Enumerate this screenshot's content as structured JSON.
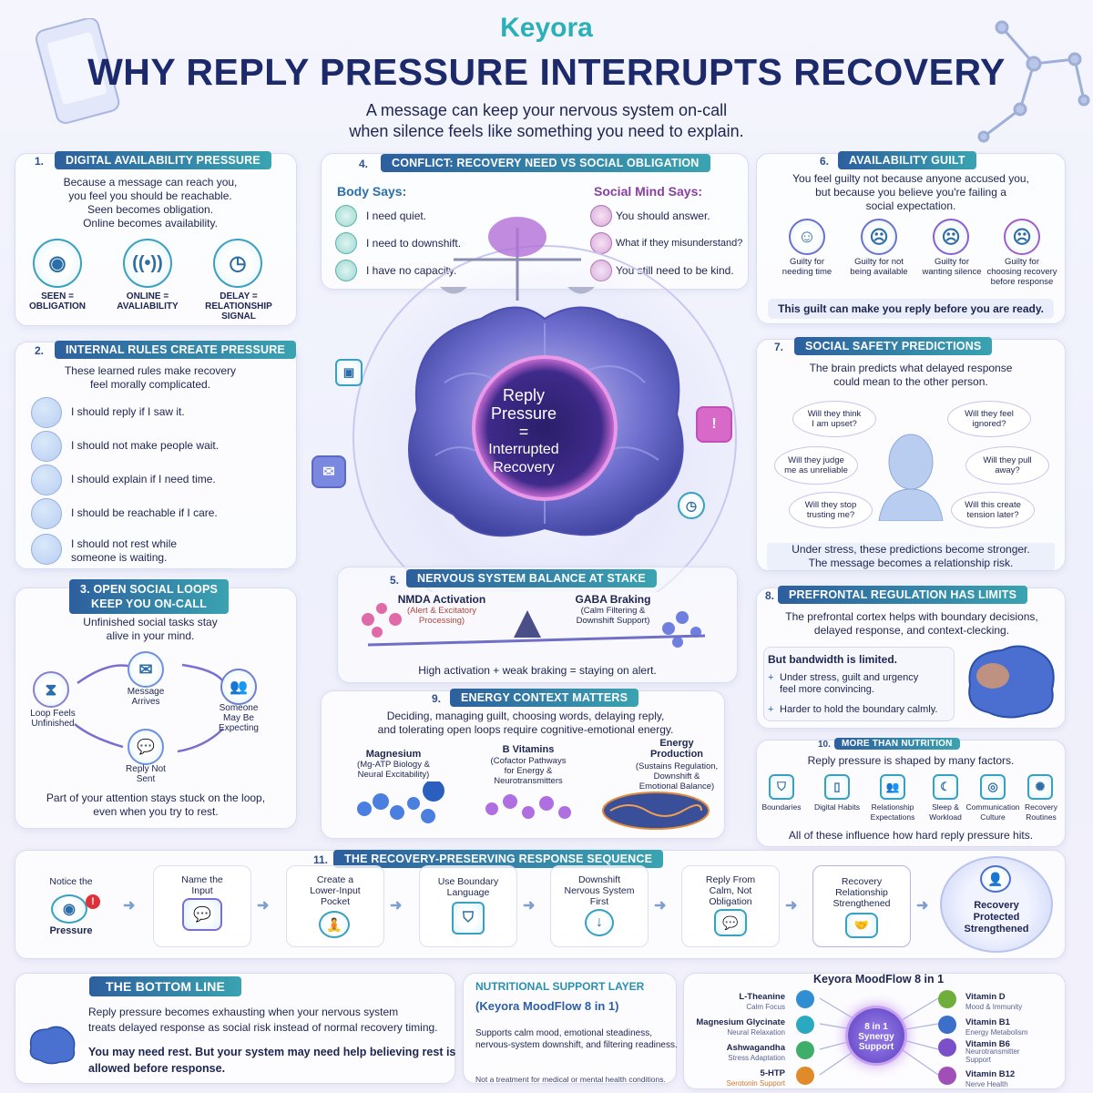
{
  "brand": {
    "logo": "Keyora"
  },
  "title": "WHY REPLY PRESSURE INTERRUPTS RECOVERY",
  "subtitle": [
    "A message can keep your nervous system on-call",
    "when silence feels like something you need to explain."
  ],
  "s1": {
    "num": "1.",
    "heading": "DIGITAL AVAILABILITY PRESSURE",
    "lines": [
      "Because a message can reach you,",
      "you feel you should be reachable.",
      "Seen becomes obligation.",
      "Online becomes availability."
    ],
    "icons": [
      {
        "icon": "eye-icon",
        "label": "SEEN =\nOBLIGATION"
      },
      {
        "icon": "signal-icon",
        "label": "ONLINE =\nAVALIABILITY"
      },
      {
        "icon": "clock-icon",
        "label": "DELAY =\nRELATIONSHIP\nSIGNAL"
      }
    ]
  },
  "s2": {
    "num": "2.",
    "heading": "INTERNAL RULES CREATE PRESSURE",
    "intro": "These learned rules make recovery\nfeel morally complicated.",
    "rules": [
      "I should reply if I saw it.",
      "I should not make people wait.",
      "I should explain if I need time.",
      "I should be reachable if I care.",
      "I should not rest while\nsomeone is waiting."
    ]
  },
  "s3": {
    "heading": "3. OPEN SOCIAL LOOPS\nKEEP YOU ON-CALL",
    "intro": "Unfinished social tasks stay\nalive in your mind.",
    "nodes": [
      "Message\nArrives",
      "Someone\nMay Be\nExpecting",
      "Reply Not\nSent",
      "Loop Feels\nUnfinished"
    ],
    "footer": "Part of your attention stays stuck on the loop,\neven when you try to rest."
  },
  "s4": {
    "num": "4.",
    "heading": "CONFLICT: RECOVERY NEED VS SOCIAL OBLIGATION",
    "body_title": "Body Says:",
    "body": [
      "I need quiet.",
      "I need to downshift.",
      "I have no capacity."
    ],
    "mind_title": "Social Mind Says:",
    "mind": [
      "You should answer.",
      "What if they misunderstand?",
      "You still need to be kind."
    ]
  },
  "center": {
    "top": "Reply\nPressure",
    "eq": "=",
    "bottom": "Interrupted\nRecovery"
  },
  "s5": {
    "num": "5.",
    "heading": "NERVOUS SYSTEM BALANCE AT STAKE",
    "left_title": "NMDA Activation",
    "left_sub": "(Alert & Excitatory\nProcessing)",
    "right_title": "GABA Braking",
    "right_sub": "(Calm Filtering &\nDownshift Support)",
    "footer": "High activation + weak braking = staying on alert."
  },
  "s6": {
    "num": "6.",
    "heading": "AVAILABILITY GUILT",
    "intro": "You feel guilty not because anyone accused you,\nbut because you believe you're failing a\nsocial expectation.",
    "items": [
      "Guilty for\nneeding time",
      "Guilty for not\nbeing available",
      "Guilty for\nwanting silence",
      "Guilty for\nchoosing recovery\nbefore response"
    ],
    "footer": "This guilt can make you reply before you are ready."
  },
  "s7": {
    "num": "7.",
    "heading": "SOCIAL SAFETY PREDICTIONS",
    "intro": "The brain predicts what delayed response\ncould mean to the other person.",
    "bubbles": [
      "Will they think\nI am upset?",
      "Will they feel\nignored?",
      "Will they judge\nme as unreliable",
      "Will they pull\naway?",
      "Will they stop\ntrusting me?",
      "Will this create\ntension later?"
    ],
    "footer": "Under stress, these predictions become stronger.\nThe message becomes a relationship risk."
  },
  "s8": {
    "num": "8.",
    "heading": "PREFRONTAL REGULATION HAS LIMITS",
    "intro": "The prefrontal cortex helps with boundary decisions,\ndelayed response, and context-clecking.",
    "box_title": "But bandwidth is limited.",
    "points": [
      "Under stress, guilt and urgency\nfeel more convincing.",
      "Harder to hold the boundary calmly."
    ]
  },
  "s9": {
    "num": "9.",
    "heading": "ENERGY CONTEXT MATTERS",
    "intro": "Deciding, managing guilt, choosing words, delaying reply,\nand tolerating open loops require cognitive-emotional energy.",
    "cols": [
      {
        "title": "Magnesium",
        "sub": "(Mg-ATP Biology &\nNeural Excitability)"
      },
      {
        "title": "B Vitamins",
        "sub": "(Cofactor Pathways\nfor Energy &\nNeurotransmitters"
      },
      {
        "title": "Energy\nProduction",
        "sub": "(Sustains Regulation,\nDownshift &\nEmotional Balance)"
      }
    ]
  },
  "s10": {
    "num": "10.",
    "heading": "MORE THAN NUTRITION",
    "intro": "Reply pressure is shaped by many factors.",
    "items": [
      "Boundaries",
      "Digital Habits",
      "Relationship\nExpectations",
      "Sleep &\nWorkload",
      "Communication\nCulture",
      "Recovery\nRoutines"
    ],
    "footer": "All of these influence how hard reply pressure hits."
  },
  "s11": {
    "num": "11.",
    "heading": "THE RECOVERY-PRESERVING RESPONSE SEQUENCE",
    "steps": [
      {
        "top": "Notice the",
        "bottom": "Pressure"
      },
      {
        "top": "Name the\nInput",
        "bottom": ""
      },
      {
        "top": "Create a\nLower-Input\nPocket",
        "bottom": ""
      },
      {
        "top": "Use Boundary\nLanguage",
        "bottom": ""
      },
      {
        "top": "Downshift\nNervous System\nFirst",
        "bottom": ""
      },
      {
        "top": "Reply From\nCalm, Not\nObligation",
        "bottom": ""
      },
      {
        "top": "Recovery\nRelationship\nStrengthened",
        "bottom": ""
      },
      {
        "top": "Recovery\nProtected\nStrengthened",
        "bottom": ""
      }
    ]
  },
  "bottom": {
    "heading": "THE BOTTOM LINE",
    "text": "Reply pressure becomes exhausting when your nervous system\ntreats delayed response as social risk instead of normal recovery timing.",
    "bold": "You may need rest. But your system may need help believing rest is\nallowed before response."
  },
  "nutrition": {
    "heading": "NUTRITIONAL SUPPORT LAYER",
    "product": "(Keyora MoodFlow 8 in 1)",
    "text": "Supports calm mood, emotional steadiness,\nnervous-system downshift, and filtering readiness.",
    "note": "Not a treatment for medical or mental health conditions."
  },
  "product": {
    "title": "Keyora MoodFlow 8 in 1",
    "center": "8 in 1\nSynergy\nSupport",
    "left": [
      {
        "name": "L-Theanine",
        "sub": "Calm Focus",
        "color": "#2f8fd0"
      },
      {
        "name": "Magnesium Glycinate",
        "sub": "Neural Relaxation",
        "color": "#2aa9c0"
      },
      {
        "name": "Ashwagandha",
        "sub": "Stress Adaptation",
        "color": "#3fae6a"
      },
      {
        "name": "5-HTP",
        "sub": "Serotonin Support",
        "color": "#e08a2a"
      }
    ],
    "right": [
      {
        "name": "Vitamin D",
        "sub": "Mood & Immunity",
        "color": "#6fae3a"
      },
      {
        "name": "Vitamin B1",
        "sub": "Energy Metabolism",
        "color": "#3c6fc8"
      },
      {
        "name": "Vitamin B6",
        "sub": "Neurotransmitter\nSupport",
        "color": "#7a4fc8"
      },
      {
        "name": "Vitamin B12",
        "sub": "Nerve Health",
        "color": "#a04fb8"
      }
    ]
  }
}
